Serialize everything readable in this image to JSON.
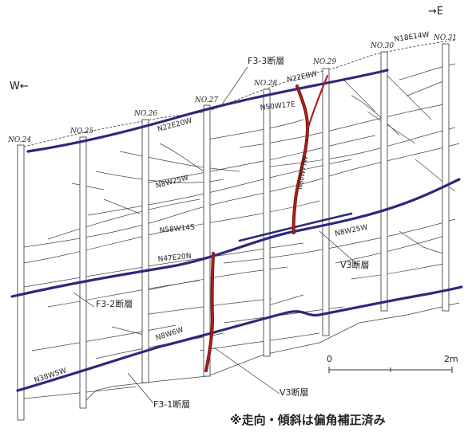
{
  "directions": {
    "west": "W←",
    "east": "→E"
  },
  "boreholes": [
    "NO.24",
    "NO.25",
    "NO.26",
    "NO.27",
    "NO.28",
    "NO.29",
    "NO.30",
    "NO.31"
  ],
  "orientations": {
    "n18e14w": "N18E14W",
    "n22e8w": "N22E8W",
    "n50w17e": "N50W17E",
    "n22e20w": "N22E20W",
    "n8w25w_upper": "N8W25W",
    "n58w14s": "N58W14S",
    "n47e20n": "N47E20N",
    "n8w25w_lower": "N8W25W",
    "n8w6w": "N8W6W",
    "n38w5w": "N38W5W",
    "n80w77w": "N80W77W"
  },
  "faults": {
    "f3_3": "F3-3断層",
    "f3_2": "F3-2断層",
    "f3_1": "F3-1断層",
    "v3_upper": "V3断層",
    "v3_lower": "V3断層"
  },
  "scale": {
    "zero": "0",
    "max": "2m"
  },
  "note": "※走向・傾斜は偏角補正済み",
  "colors": {
    "fault_major": "#2b2a7a",
    "fault_v3": "#b0201d",
    "fracture": "#444444"
  }
}
